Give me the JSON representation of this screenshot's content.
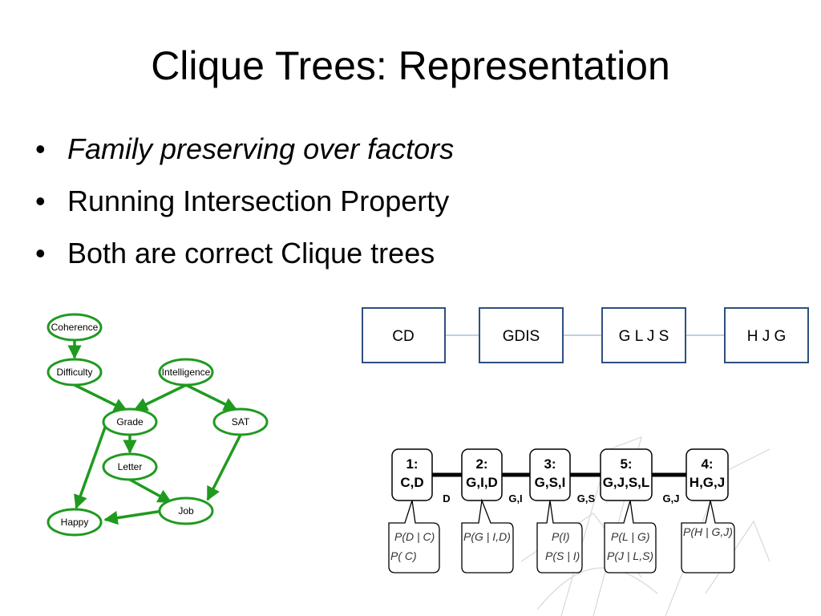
{
  "slide": {
    "title": "Clique Trees: Representation",
    "bullets": [
      {
        "text": "Family preserving over factors",
        "italic": true
      },
      {
        "text": "Running Intersection Property",
        "italic": false
      },
      {
        "text": "Both are correct Clique trees",
        "italic": false
      }
    ],
    "bullet_glyph": "•"
  },
  "network": {
    "edge_color": "#1f9a1f",
    "nodes": {
      "coherence": "Coherence",
      "difficulty": "Difficulty",
      "intelligence": "Intelligence",
      "grade": "Grade",
      "sat": "SAT",
      "letter": "Letter",
      "job": "Job",
      "happy": "Happy"
    }
  },
  "clique_tree_1": {
    "border_color": "#2f4f7f",
    "boxes": [
      "CD",
      "GDIS",
      "G L J S",
      "H J G"
    ]
  },
  "clique_tree_2": {
    "cliques": [
      {
        "num": "1:",
        "vars": "C,D"
      },
      {
        "num": "2:",
        "vars": "G,I,D"
      },
      {
        "num": "3:",
        "vars": "G,S,I"
      },
      {
        "num": "5:",
        "vars": "G,J,S,L"
      },
      {
        "num": "4:",
        "vars": "H,G,J"
      }
    ],
    "sepsets": [
      "D",
      "G,I",
      "G,S",
      "G,J"
    ],
    "factors": [
      [
        "P(D | C)",
        "P( C)"
      ],
      [
        "P(G | I,D)"
      ],
      [
        "P(I)",
        "P(S | I)"
      ],
      [
        "P(L | G)",
        "P(J | L,S)"
      ],
      [
        "P(H | G,J)"
      ]
    ]
  }
}
